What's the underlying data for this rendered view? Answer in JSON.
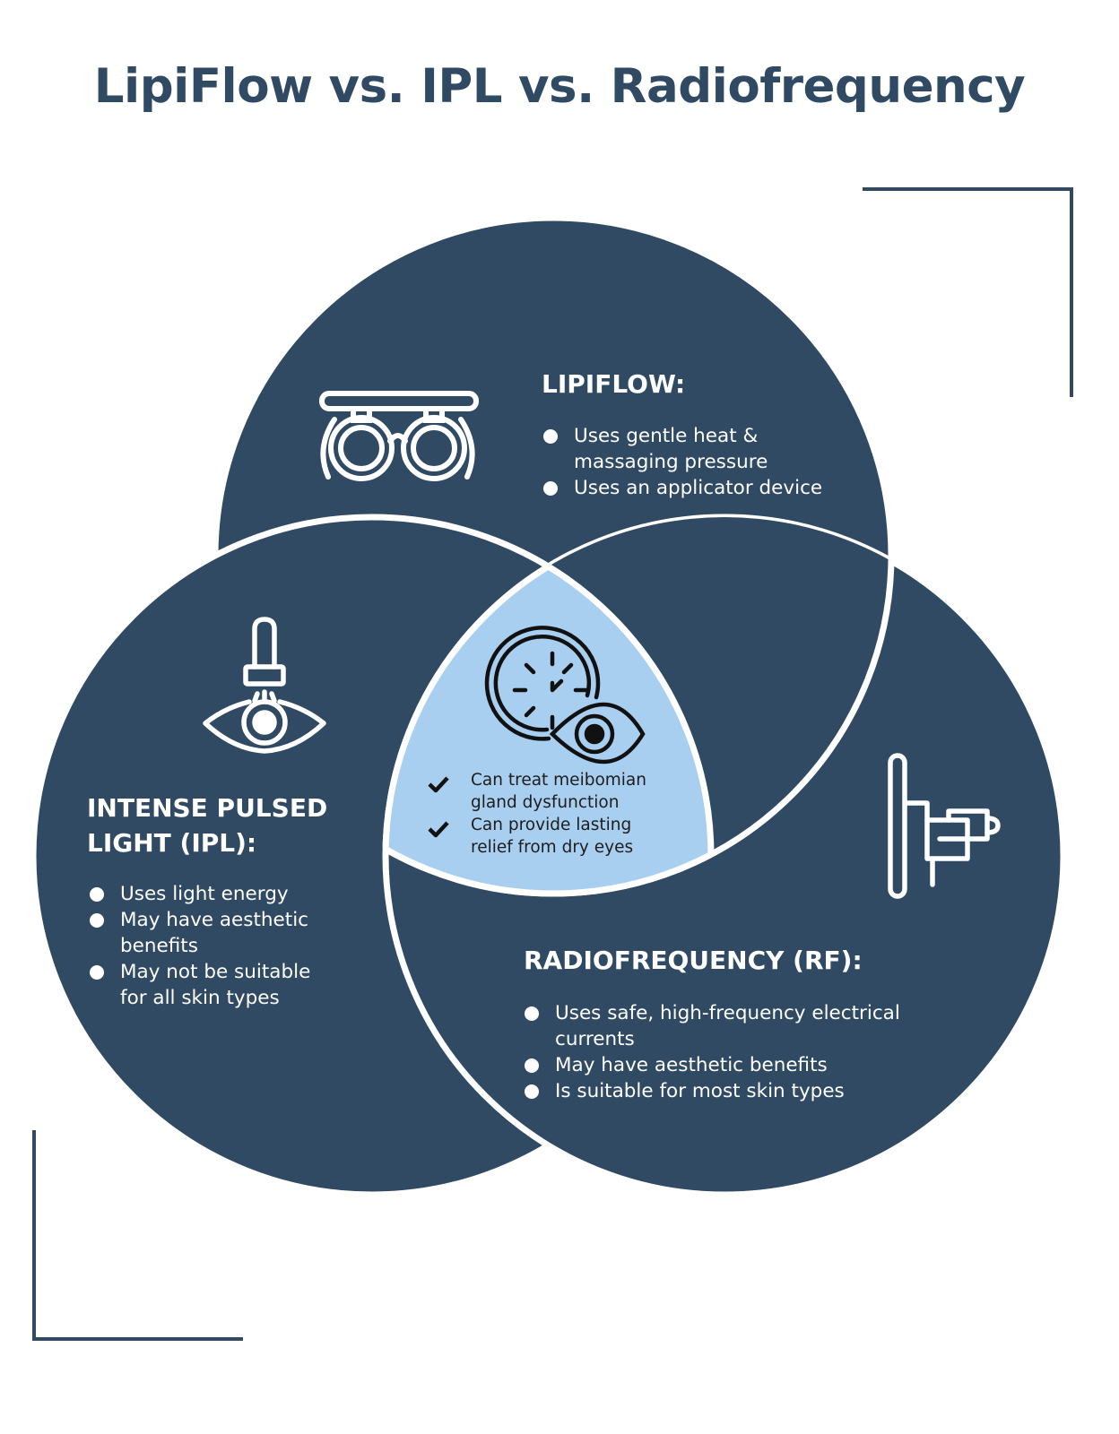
{
  "title": "LipiFlow vs. IPL vs. Radiofrequency",
  "colors": {
    "dark": "#2f4a62",
    "light_blue": "#a9cff0",
    "white": "#ffffff"
  },
  "lipiflow": {
    "heading": "LIPIFLOW:",
    "icon": "trial-frame-glasses-icon",
    "bullets": [
      "Uses gentle heat & massaging pressure",
      "Uses an applicator device"
    ]
  },
  "ipl": {
    "heading_line1": "INTENSE PULSED",
    "heading_line2": "LIGHT (IPL):",
    "icon": "light-on-eye-icon",
    "bullets": [
      "Uses light energy",
      "May have aesthetic benefits",
      "May not be suitable for all skin types"
    ]
  },
  "rf": {
    "heading": "RADIOFREQUENCY (RF):",
    "icon": "rf-device-icon",
    "bullets": [
      "Uses safe, high-frequency electrical currents",
      "May have aesthetic benefits",
      "Is suitable for most skin types"
    ]
  },
  "shared": {
    "icon": "clock-eye-icon",
    "items": [
      "Can treat meibomian gland dysfunction",
      "Can provide lasting relief from dry eyes"
    ]
  }
}
